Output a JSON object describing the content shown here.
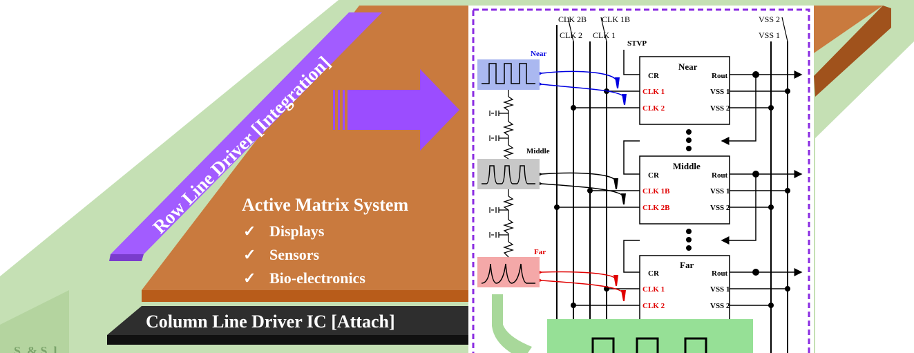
{
  "panel_left": {
    "row_driver_label": "Row Line Driver [Integration]",
    "column_driver_label": "Column Line Driver IC [Attach]",
    "system_title": "Active Matrix System",
    "checkmark": "✓",
    "features": [
      "Displays",
      "Sensors",
      "Bio-electronics"
    ],
    "corner_text": "S. & S. l. ."
  },
  "circuit": {
    "top_labels": {
      "clk2b": "CLK 2B",
      "clk1b": "CLK 1B",
      "clk2": "CLK 2",
      "clk1": "CLK 1",
      "vss2": "VSS 2",
      "vss1": "VSS 1",
      "stvp": "STVP"
    },
    "waveforms": {
      "near": "Near",
      "middle": "Middle",
      "far": "Far"
    },
    "blocks": [
      {
        "title": "Near",
        "cr": "CR",
        "clk_a": "CLK 1",
        "clk_b": "CLK 2",
        "rout": "Rout",
        "vss1": "VSS 1",
        "vss2": "VSS 2"
      },
      {
        "title": "Middle",
        "cr": "CR",
        "clk_a": "CLK 1B",
        "clk_b": "CLK 2B",
        "rout": "Rout",
        "vss1": "VSS 1",
        "vss2": "VSS 2"
      },
      {
        "title": "Far",
        "cr": "CR",
        "clk_a": "CLK 1",
        "clk_b": "CLK 2",
        "rout": "Rout",
        "vss1": "VSS 1",
        "vss2": "VSS 2"
      }
    ]
  },
  "colors": {
    "board_green": "#c5e0b4",
    "panel_brown": "#c97a3e",
    "purple": "#9b4dff",
    "dashed_border": "#8a2be2",
    "near_color": "#0000e0",
    "middle_fill": "#c8c8c8",
    "far_color": "#e00000",
    "label_red": "#e00000"
  }
}
